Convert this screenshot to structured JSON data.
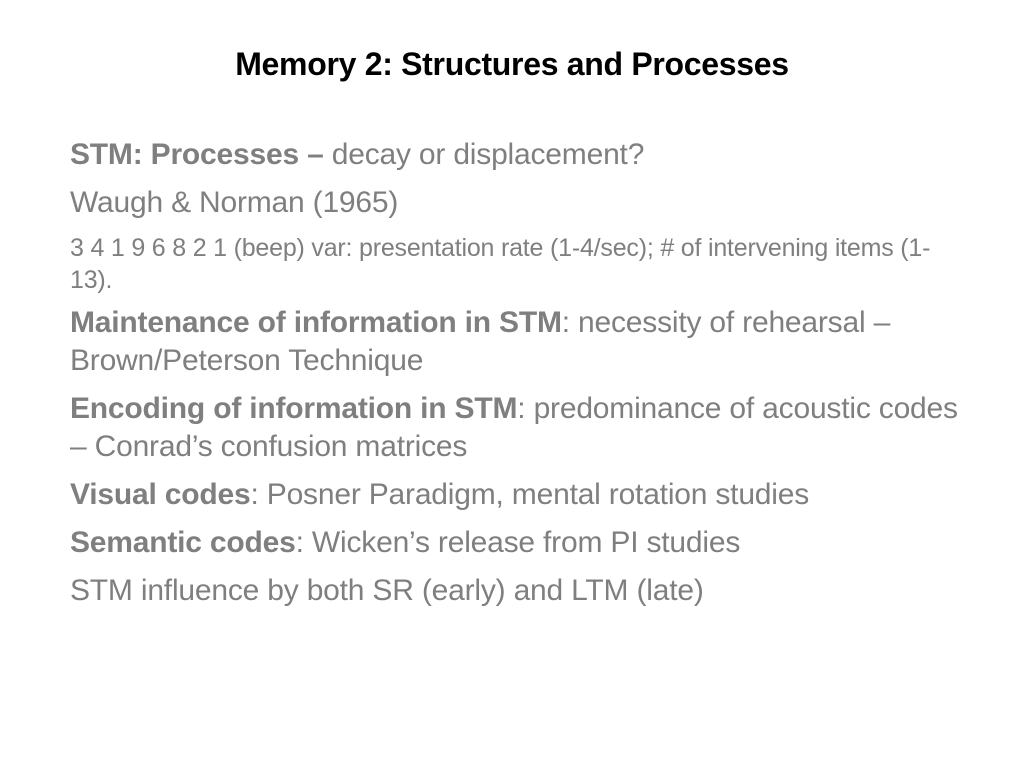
{
  "slide": {
    "title": "Memory 2: Structures and Processes",
    "lines": [
      {
        "bold": "STM: Processes –",
        "text": " decay or displacement?"
      },
      {
        "bold": "",
        "text": "Waugh & Norman (1965)"
      },
      {
        "bold": "",
        "text": "3 4 1 9 6 8 2 1 (beep) var: presentation rate (1-4/sec); # of intervening items (1-13)."
      },
      {
        "bold": "Maintenance of information in STM",
        "text": ": necessity of rehearsal – Brown/Peterson Technique"
      },
      {
        "bold": "Encoding of information in STM",
        "text": ": predominance of acoustic codes – Conrad’s confusion matrices"
      },
      {
        "bold": "Visual codes",
        "text": ": Posner Paradigm, mental rotation studies"
      },
      {
        "bold": "Semantic codes",
        "text": ": Wicken’s release from PI studies"
      },
      {
        "bold": "",
        "text": "STM influence by both SR (early) and LTM (late)"
      }
    ]
  },
  "colors": {
    "title": "#000000",
    "body_text": "#7f7f7f",
    "background": "#ffffff"
  }
}
